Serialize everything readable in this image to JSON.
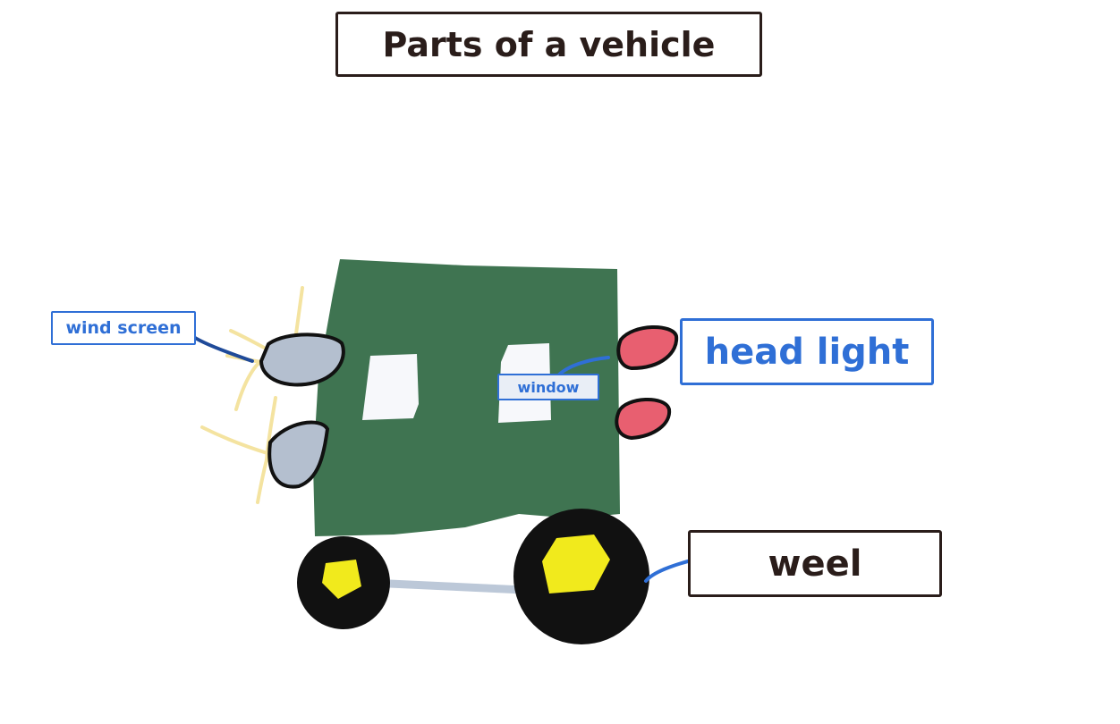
{
  "title": "Parts of a vehicle",
  "labels": {
    "wind_screen": "wind screen",
    "window": "window",
    "head_light": "head light",
    "wheel": "weel"
  },
  "colors": {
    "body": "#3f7451",
    "window": "#f7f8fb",
    "windscreen": "#b4bfcf",
    "headlight": "#e85f70",
    "tire": "#111111",
    "hub": "#f1ea1c",
    "axle": "#bcc8d8",
    "light_beam": "#f4e3a0",
    "label_blue": "#2f6fd6",
    "label_dark": "#2a1d1a"
  }
}
